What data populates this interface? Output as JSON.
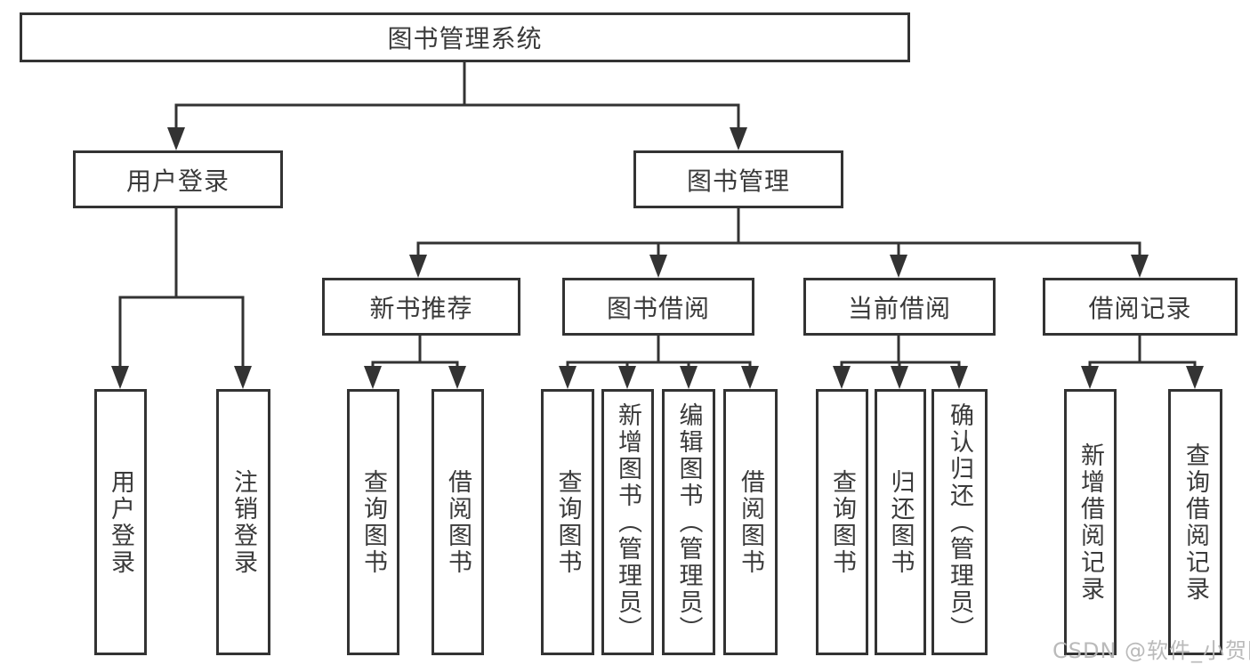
{
  "diagram": {
    "title": "图书管理系统",
    "level2": {
      "user_login": "用户登录",
      "book_management": "图书管理"
    },
    "level3": {
      "new_book_recommend": "新书推荐",
      "book_borrow": "图书借阅",
      "current_borrow": "当前借阅",
      "borrow_record": "借阅记录"
    },
    "leaves": {
      "user_login_login": "用户登录",
      "user_login_logout": "注销登录",
      "new_book_query_book": "查询图书",
      "new_book_borrow_book": "借阅图书",
      "borrow_query_book": "查询图书",
      "borrow_add_book": "新增图书（管理员）",
      "borrow_edit_book": "编辑图书（管理员）",
      "borrow_borrow_book": "借阅图书",
      "current_query_book": "查询图书",
      "current_return_book": "归还图书",
      "current_confirm_return": "确认归还（管理员）",
      "record_add_record": "新增借阅记录",
      "record_query_record": "查询借阅记录"
    }
  },
  "watermark": "CSDN @软件_小贺同学",
  "colors": {
    "line": "#333333",
    "text": "#3a3a3a",
    "box_fill": "#ffffff",
    "watermark": "#b6b6b6",
    "background": "#ffffff"
  }
}
